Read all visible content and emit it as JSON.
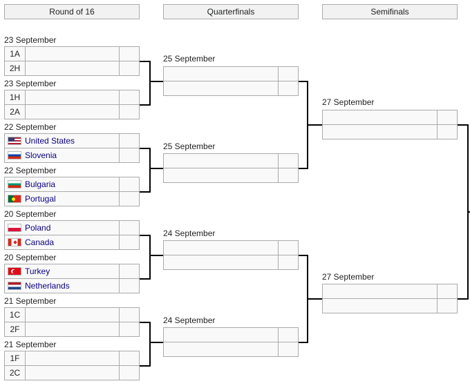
{
  "rounds": [
    "Round of 16",
    "Quarterfinals",
    "Semifinals"
  ],
  "r16": {
    "dates": [
      "23 September",
      "23 September",
      "22 September",
      "22 September",
      "20 September",
      "20 September",
      "21 September",
      "21 September"
    ],
    "teams": [
      {
        "name": "1A",
        "seed": true
      },
      {
        "name": "2H",
        "seed": true
      },
      {
        "name": "1H",
        "seed": true
      },
      {
        "name": "2A",
        "seed": true
      },
      {
        "name": "United States",
        "flag": "us-flag-icon"
      },
      {
        "name": "Slovenia",
        "flag": "slovenia-flag-icon"
      },
      {
        "name": "Bulgaria",
        "flag": "bulgaria-flag-icon"
      },
      {
        "name": "Portugal",
        "flag": "portugal-flag-icon"
      },
      {
        "name": "Poland",
        "flag": "poland-flag-icon"
      },
      {
        "name": "Canada",
        "flag": "canada-flag-icon"
      },
      {
        "name": "Turkey",
        "flag": "turkey-flag-icon"
      },
      {
        "name": "Netherlands",
        "flag": "netherlands-flag-icon"
      },
      {
        "name": "1C",
        "seed": true
      },
      {
        "name": "2F",
        "seed": true
      },
      {
        "name": "1F",
        "seed": true
      },
      {
        "name": "2C",
        "seed": true
      }
    ]
  },
  "qf": {
    "dates": [
      "25 September",
      "25 September",
      "24 September",
      "24 September"
    ]
  },
  "sf": {
    "dates": [
      "27 September",
      "27 September"
    ]
  },
  "colors": {
    "line": "#000000",
    "cell_bg": "#f9f9f9",
    "border": "#aaaaaa",
    "header_bg": "#f2f2f2",
    "link": "#0b0080"
  }
}
